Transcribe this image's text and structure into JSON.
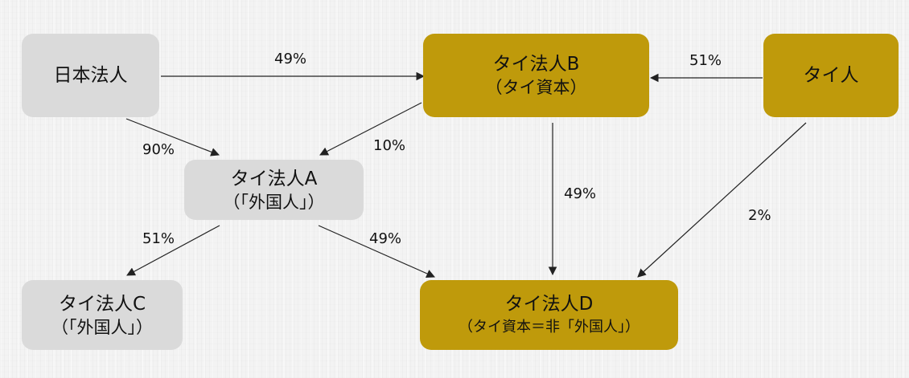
{
  "nodes": {
    "nihon": {
      "line1": "日本法人",
      "line2": ""
    },
    "thaiB": {
      "line1": "タイ法人B",
      "line2": "（タイ資本）"
    },
    "thaiPerson": {
      "line1": "タイ人",
      "line2": ""
    },
    "thaiA": {
      "line1": "タイ法人A",
      "line2": "（「外国人」）"
    },
    "thaiC": {
      "line1": "タイ法人C",
      "line2": "（「外国人」）"
    },
    "thaiD": {
      "line1": "タイ法人D",
      "line2": "（タイ資本＝非「外国人」）"
    }
  },
  "edges": {
    "nihon_to_B": "49%",
    "person_to_B": "51%",
    "nihon_to_A": "90%",
    "B_to_A": "10%",
    "B_to_D": "49%",
    "person_to_D": "2%",
    "A_to_C": "51%",
    "A_to_D": "49%"
  },
  "colors": {
    "gray_box": "#dadada",
    "gold_box": "#bf9a0b",
    "arrow": "#222222"
  }
}
